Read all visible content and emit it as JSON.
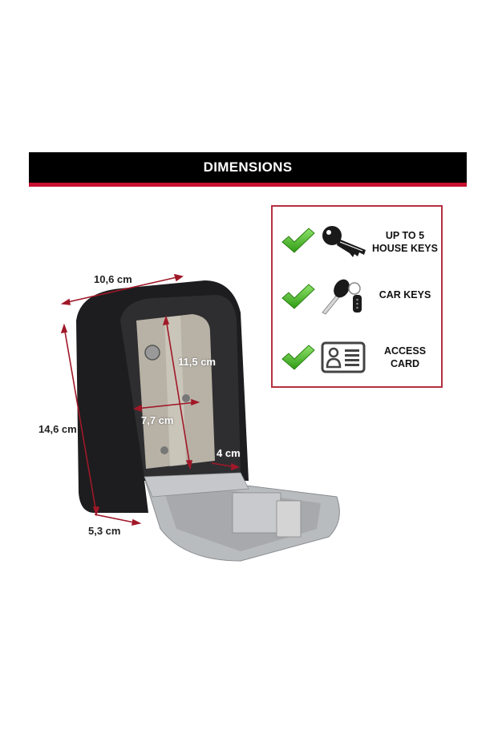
{
  "banner": {
    "title": "DIMENSIONS",
    "bg_color": "#000000",
    "accent_color": "#c8102e"
  },
  "features": {
    "border_color": "#b5303f",
    "items": [
      {
        "icon": "house-key-icon",
        "label_line1": "UP TO 5",
        "label_line2": "HOUSE KEYS"
      },
      {
        "icon": "car-key-icon",
        "label_line1": "CAR KEYS",
        "label_line2": ""
      },
      {
        "icon": "access-card-icon",
        "label_line1": "ACCESS",
        "label_line2": "CARD"
      }
    ],
    "check_color": "#3cb521"
  },
  "dimensions": {
    "width": "10,6 cm",
    "height": "14,6 cm",
    "depth": "5,3 cm",
    "inner_height": "11,5 cm",
    "inner_width": "7,7 cm",
    "inner_depth": "4 cm",
    "arrow_color": "#a01828"
  }
}
